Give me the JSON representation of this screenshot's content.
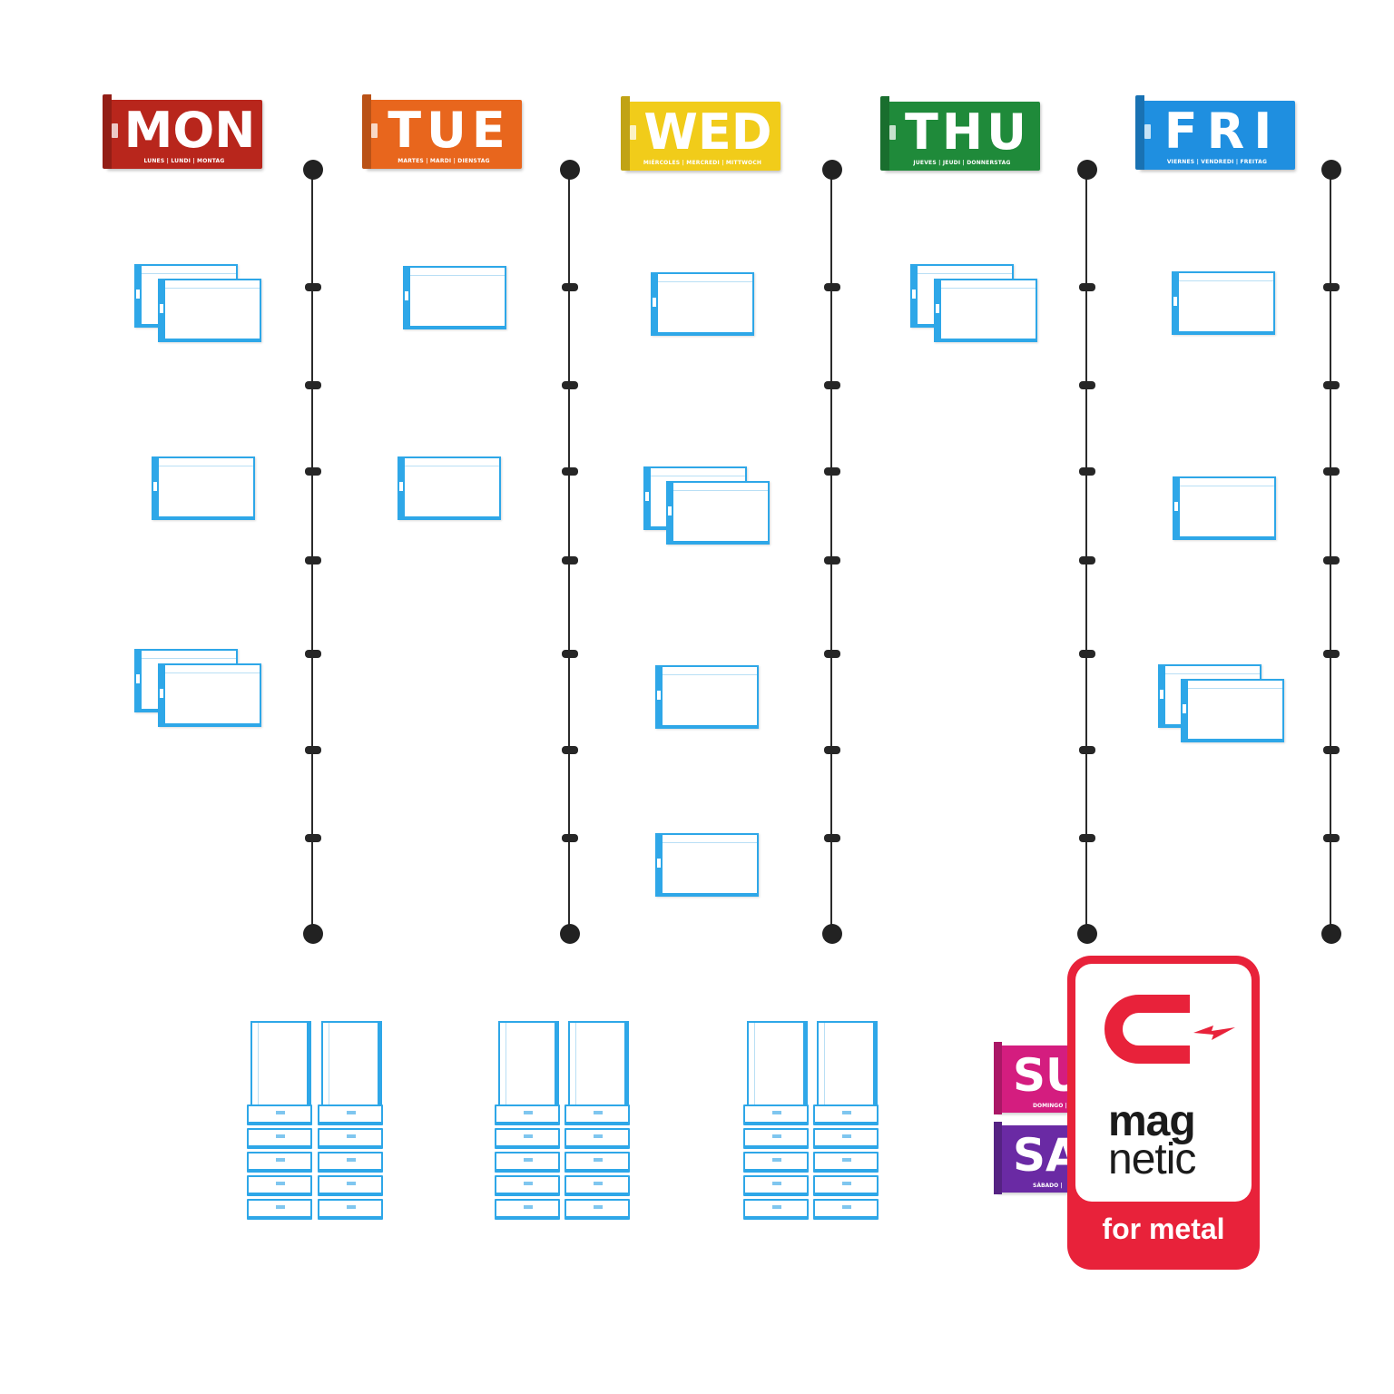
{
  "days": [
    {
      "abbr": "MON",
      "sub": "LUNES | LUNDI | MONTAG",
      "color": "#b8261c"
    },
    {
      "abbr": "TUE",
      "sub": "MARTES | MARDI | DIENSTAG",
      "color": "#e8661d"
    },
    {
      "abbr": "WED",
      "sub": "MIÉRCOLES | MERCREDI | MITTWOCH",
      "color": "#f1cc1a"
    },
    {
      "abbr": "THU",
      "sub": "JUEVES | JEUDI | DONNERSTAG",
      "color": "#1f8a3a"
    },
    {
      "abbr": "FRI",
      "sub": "VIERNES | VENDREDI | FREITAG",
      "color": "#1f8fe0"
    }
  ],
  "weekend": [
    {
      "abbr": "SU",
      "sub": "DOMINGO |",
      "color": "#d41d7f"
    },
    {
      "abbr": "SA",
      "sub": "SÁBADO |",
      "color": "#6a2aa4"
    }
  ],
  "badge": {
    "word1": "mag",
    "word2": "netic",
    "footer": "for metal",
    "icon": "magnet-icon",
    "color": "#e8223a"
  },
  "card_color": "#2ea7e8"
}
